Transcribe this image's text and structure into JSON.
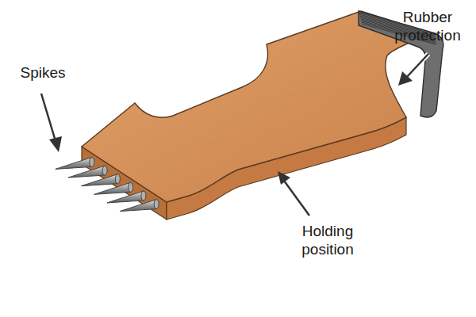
{
  "diagram": {
    "labels": [
      "Spikes",
      "Rubber protection",
      "Holding position"
    ]
  }
}
